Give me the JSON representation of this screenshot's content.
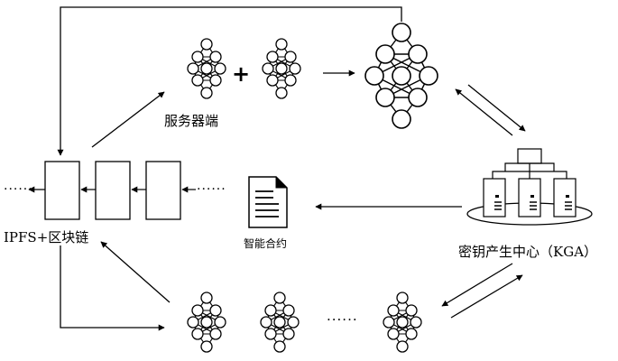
{
  "labels": {
    "server": "服务器端",
    "ipfs_blockchain": "IPFS+区块链",
    "smart_contract": "智能合约",
    "kga": "密钥产生中心（KGA）",
    "plus": "+",
    "ellipsis_left": "......",
    "ellipsis_right": "......",
    "ellipsis_bottom": "......"
  },
  "icons": [
    "neural-network-icon",
    "document-icon",
    "server-cluster-icon"
  ]
}
